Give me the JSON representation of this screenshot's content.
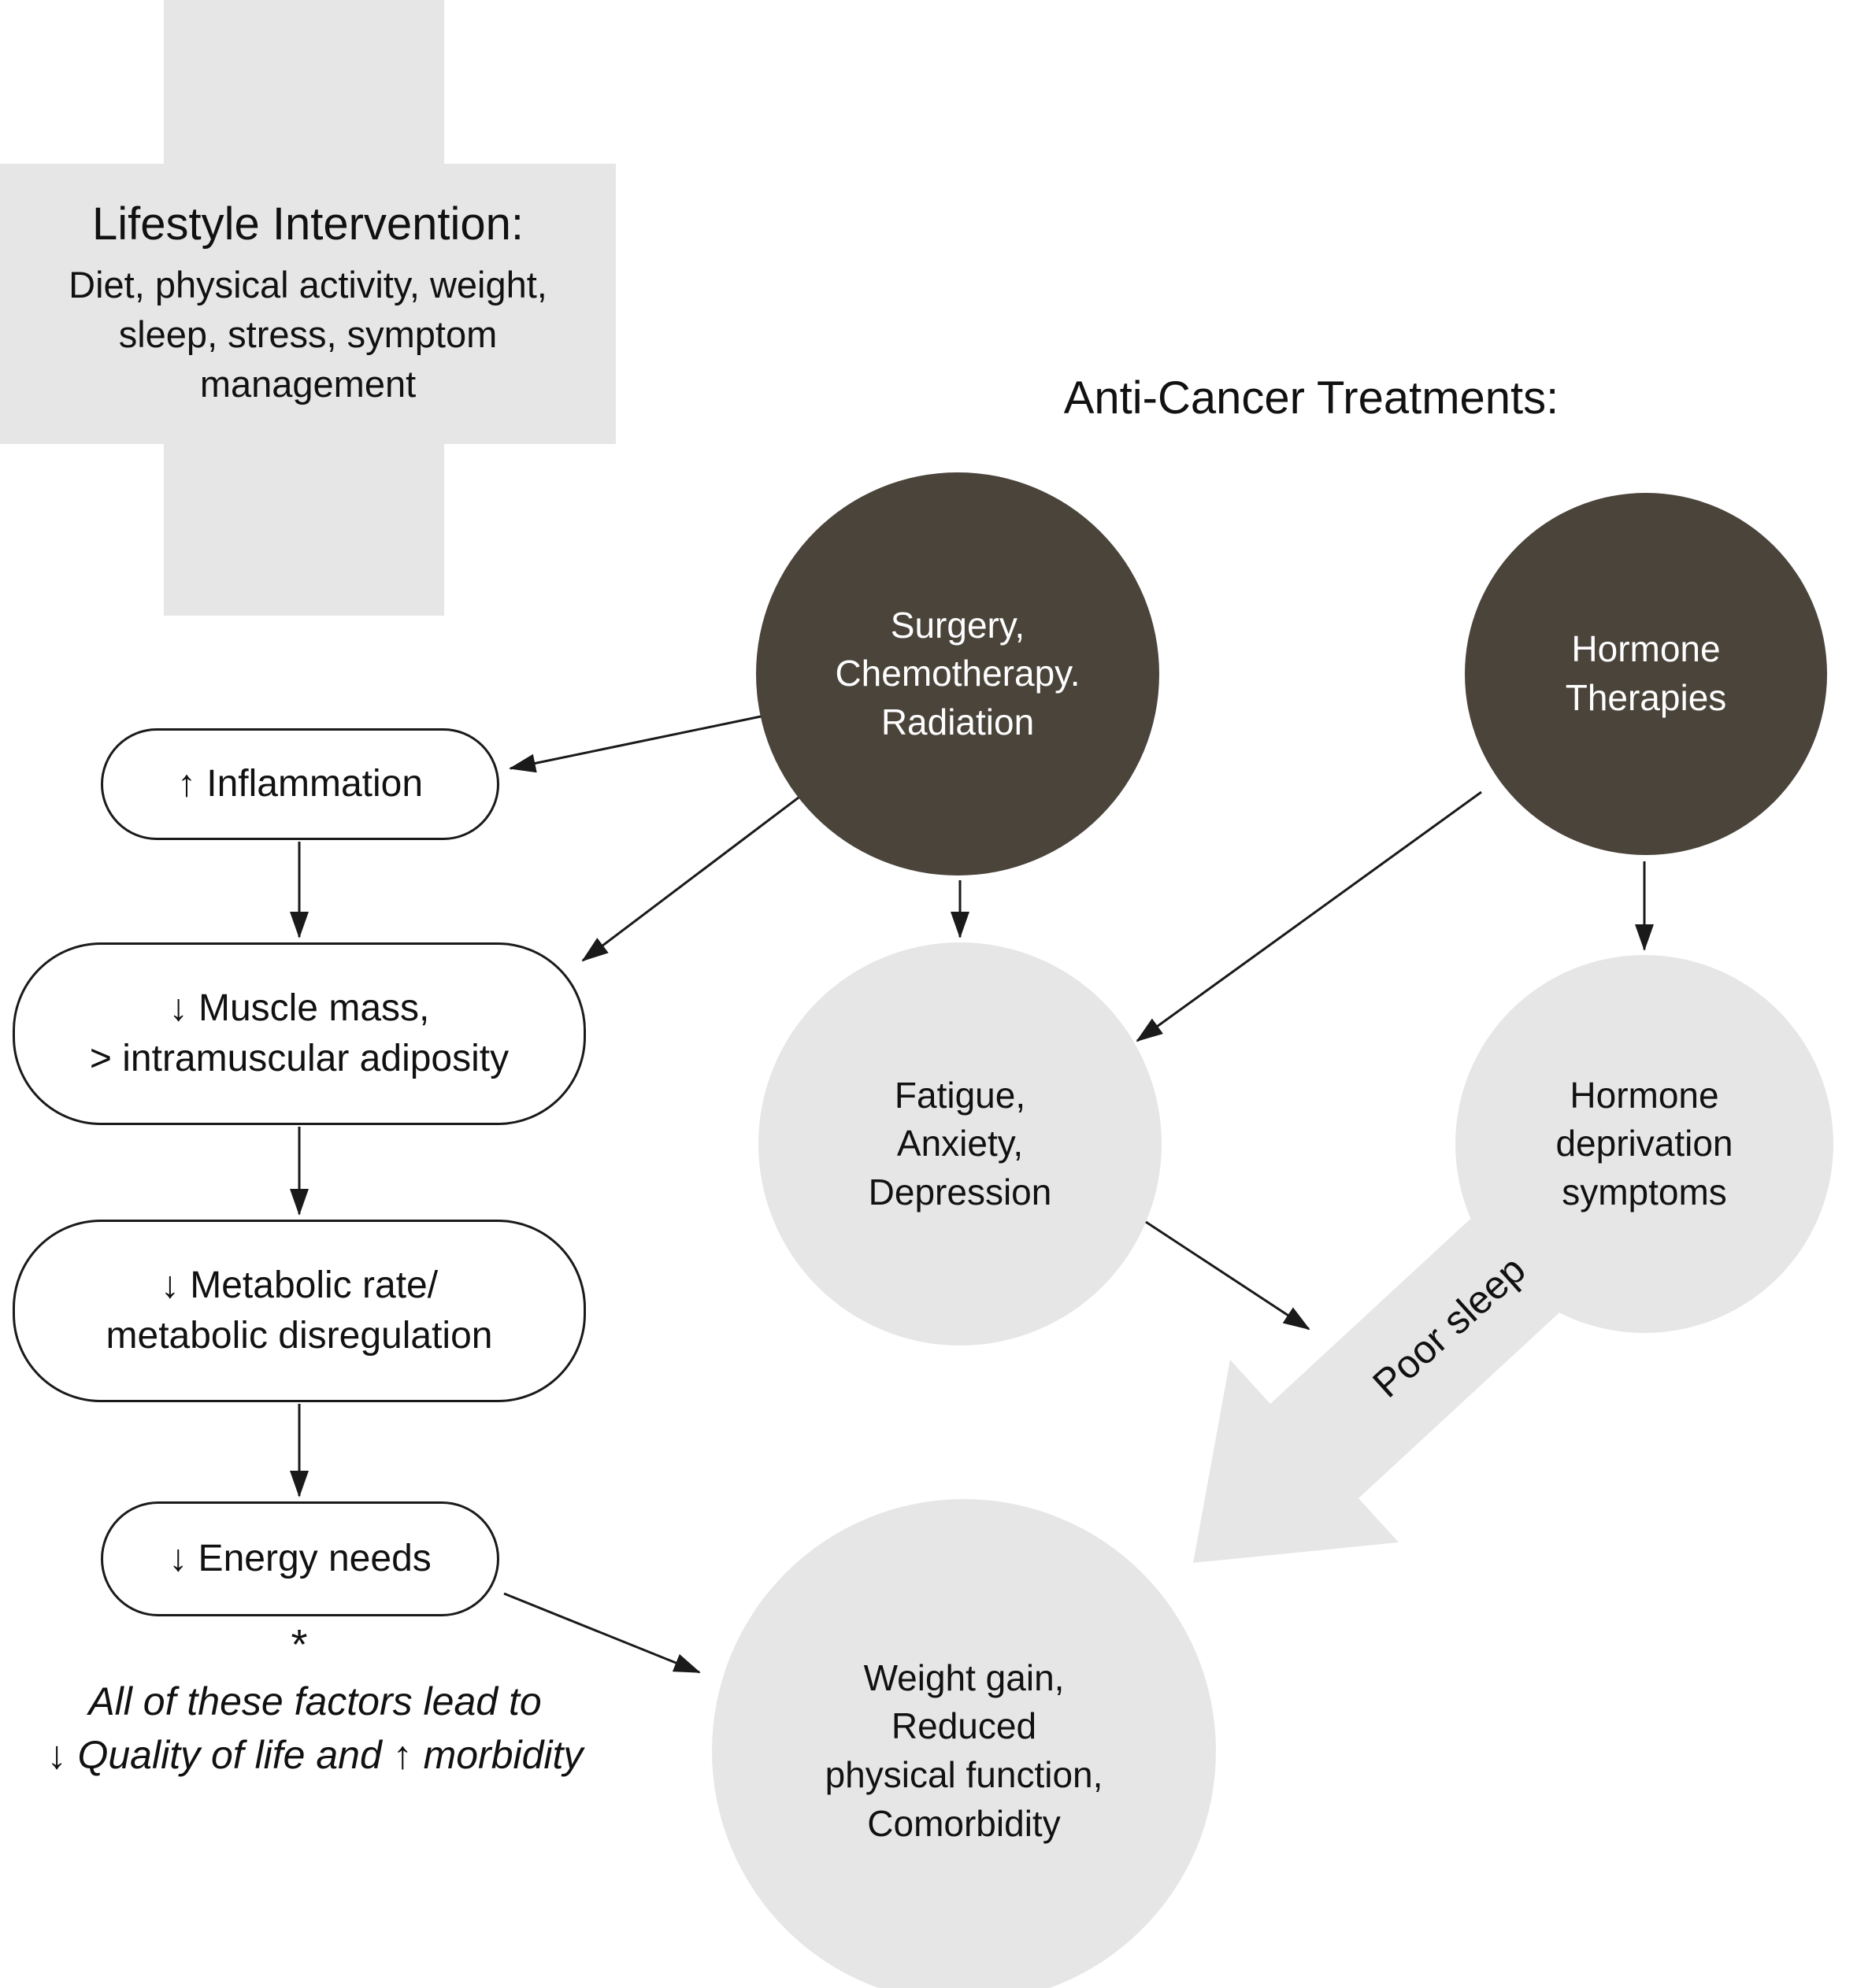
{
  "lifestyle": {
    "title": "Lifestyle Intervention:",
    "subtitle": "Diet, physical activity, weight,\nsleep, stress, symptom\nmanagement"
  },
  "treatments_heading": "Anti-Cancer Treatments:",
  "nodes": {
    "surgery": "Surgery,\nChemotherapy.\nRadiation",
    "hormone_therapies": "Hormone\nTherapies",
    "inflammation": "↑ Inflammation",
    "muscle_mass": "↓ Muscle mass,\n> intramuscular adiposity",
    "metabolic_rate": "↓ Metabolic rate/\nmetabolic disregulation",
    "energy_needs": "↓ Energy needs",
    "fatigue": "Fatigue,\nAnxiety,\nDepression",
    "hormone_deprivation": "Hormone\ndeprivation\nsymptoms",
    "weight_gain": "Weight gain,\nReduced\nphysical function,\nComorbidity"
  },
  "labels": {
    "poor_sleep": "Poor sleep",
    "asterisk": "*",
    "footnote_line1": "All of these factors lead to",
    "footnote_line2": "↓ Quality of life and ↑ morbidity"
  },
  "colors": {
    "dark_circle": "#4a443b",
    "light_shape": "#e6e6e6",
    "arrow": "#1a1a1a"
  }
}
